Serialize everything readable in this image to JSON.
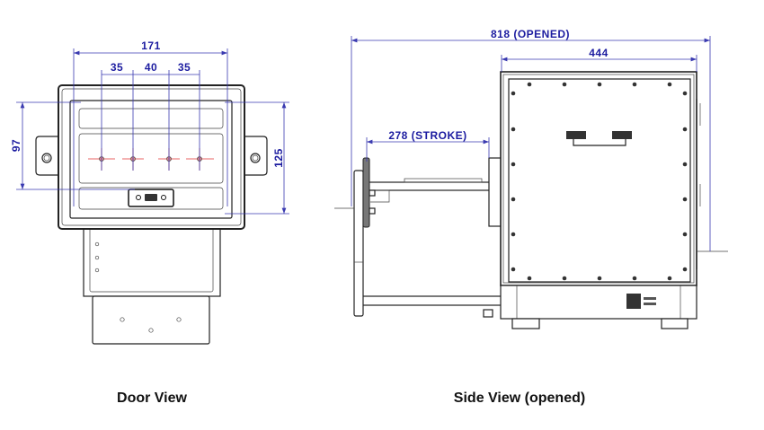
{
  "door_view": {
    "caption": "Door View",
    "dimensions": {
      "overall_width": "171",
      "spacing_left": "35",
      "spacing_middle": "40",
      "spacing_right": "35",
      "left_height": "97",
      "right_height": "125"
    }
  },
  "side_view": {
    "caption": "Side View (opened)",
    "dimensions": {
      "overall_opened": "818 (OPENED)",
      "body_depth": "444",
      "stroke": "278 (STROKE)"
    }
  },
  "colors": {
    "dimension": "#1c1ca0",
    "centerline": "#e03030",
    "outline": "#222222"
  }
}
